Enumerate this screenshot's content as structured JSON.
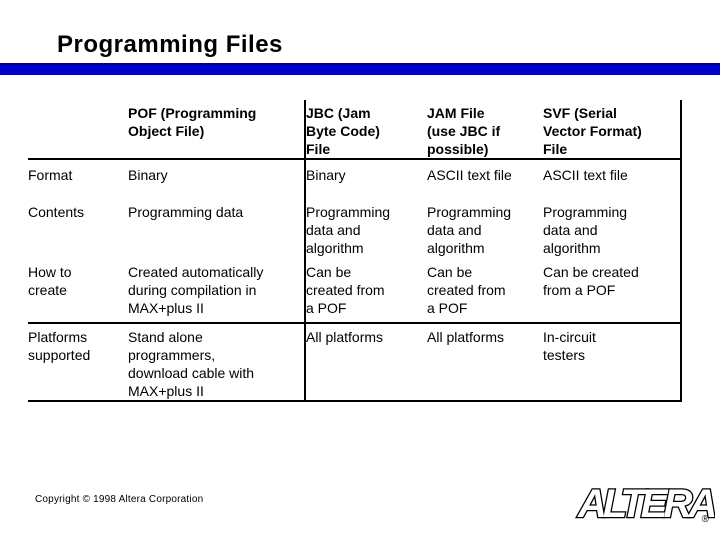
{
  "slide": {
    "title": "Programming Files",
    "accent_color": "#0101CD"
  },
  "table": {
    "corner_label": "",
    "column_headers": [
      "POF (Programming\nObject File)",
      "JBC (Jam\nByte Code)\nFile",
      "JAM File\n(use JBC if\npossible)",
      "SVF (Serial\nVector Format)\nFile"
    ],
    "rows": [
      {
        "label": "Format",
        "cells": [
          "Binary",
          "Binary",
          "ASCII text file",
          "ASCII text file"
        ]
      },
      {
        "label": "Contents",
        "cells": [
          "Programming data",
          "Programming\ndata and\nalgorithm",
          "Programming\ndata and\nalgorithm",
          "Programming\ndata and\nalgorithm"
        ]
      },
      {
        "label": "How to\ncreate",
        "cells": [
          "Created automatically\nduring compilation in\nMAX+plus II",
          "Can be\ncreated from\na POF",
          "Can be\ncreated from\na POF",
          "Can be created\nfrom a POF"
        ]
      },
      {
        "label": "Platforms\nsupported",
        "cells": [
          "Stand alone\nprogrammers,\ndownload cable with\nMAX+plus II",
          "All platforms",
          "All platforms",
          "In-circuit\ntesters"
        ]
      }
    ]
  },
  "footer": {
    "copyright": "Copyright © 1998 Altera Corporation",
    "logo_text": "ALTERA",
    "logo_registered_mark": "®"
  }
}
